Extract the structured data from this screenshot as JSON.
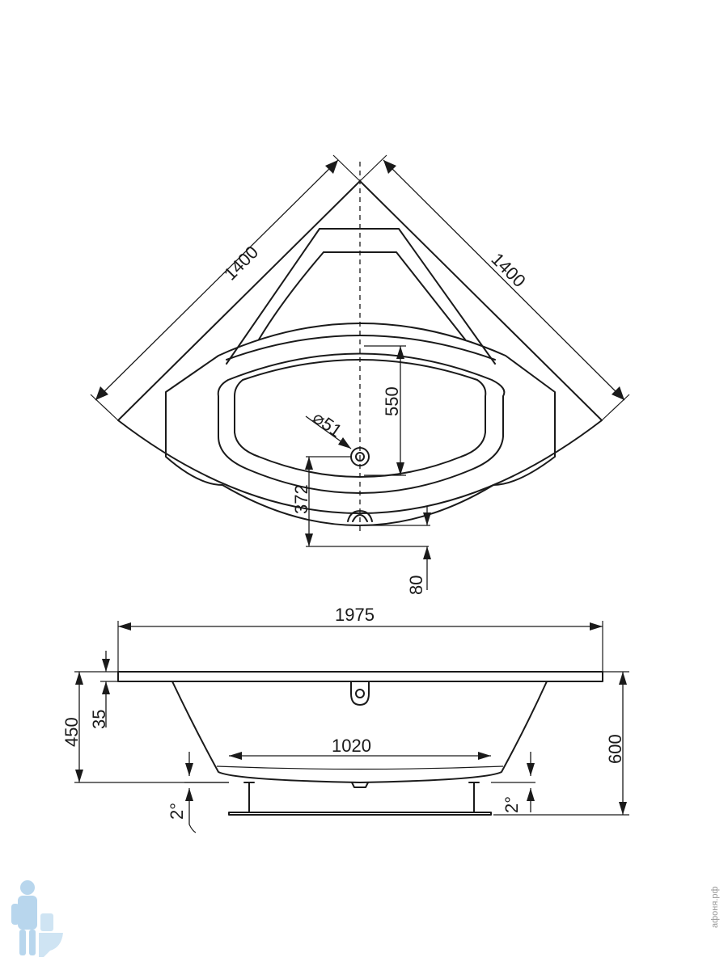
{
  "top_view": {
    "side_left": "1400",
    "side_right": "1400",
    "drain_diameter": "⌀51",
    "inner_length": "550",
    "drain_offset": "372",
    "overflow_offset": "80"
  },
  "side_view": {
    "overall_width": "1975",
    "inner_width": "1020",
    "height_left": "450",
    "rim_thickness": "35",
    "height_right": "600",
    "slope_left": "2°",
    "slope_right": "2°"
  },
  "watermark": {
    "site": "афоня.рф",
    "logo": "plumber-mascot-icon"
  },
  "colors": {
    "line": "#1a1a1a",
    "watermark": "#7fb6e0"
  }
}
